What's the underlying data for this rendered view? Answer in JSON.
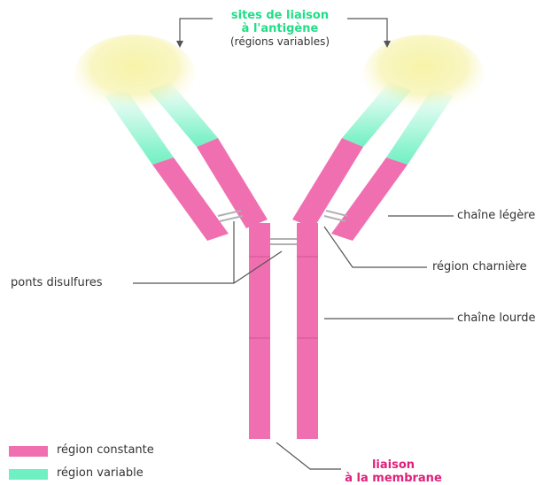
{
  "colors": {
    "constant": "#f06fb0",
    "variable": "#6ff0c2",
    "site_glow": "#f7f3a8",
    "antigen_text": "#22dd88",
    "membrane_text": "#e0207a",
    "line": "#555555"
  },
  "labels": {
    "antigen_site_line1": "sites de liaison",
    "antigen_site_line2": "à l'antigène",
    "antigen_site_line3": "(régions variables)",
    "light_chain": "chaîne légère",
    "hinge_region": "région charnière",
    "disulfide_bridges": "ponts disulfures",
    "heavy_chain": "chaîne lourde",
    "membrane_line1": "liaison",
    "membrane_line2": "à la membrane"
  },
  "legend": {
    "constant_label": "région constante",
    "variable_label": "région variable"
  }
}
